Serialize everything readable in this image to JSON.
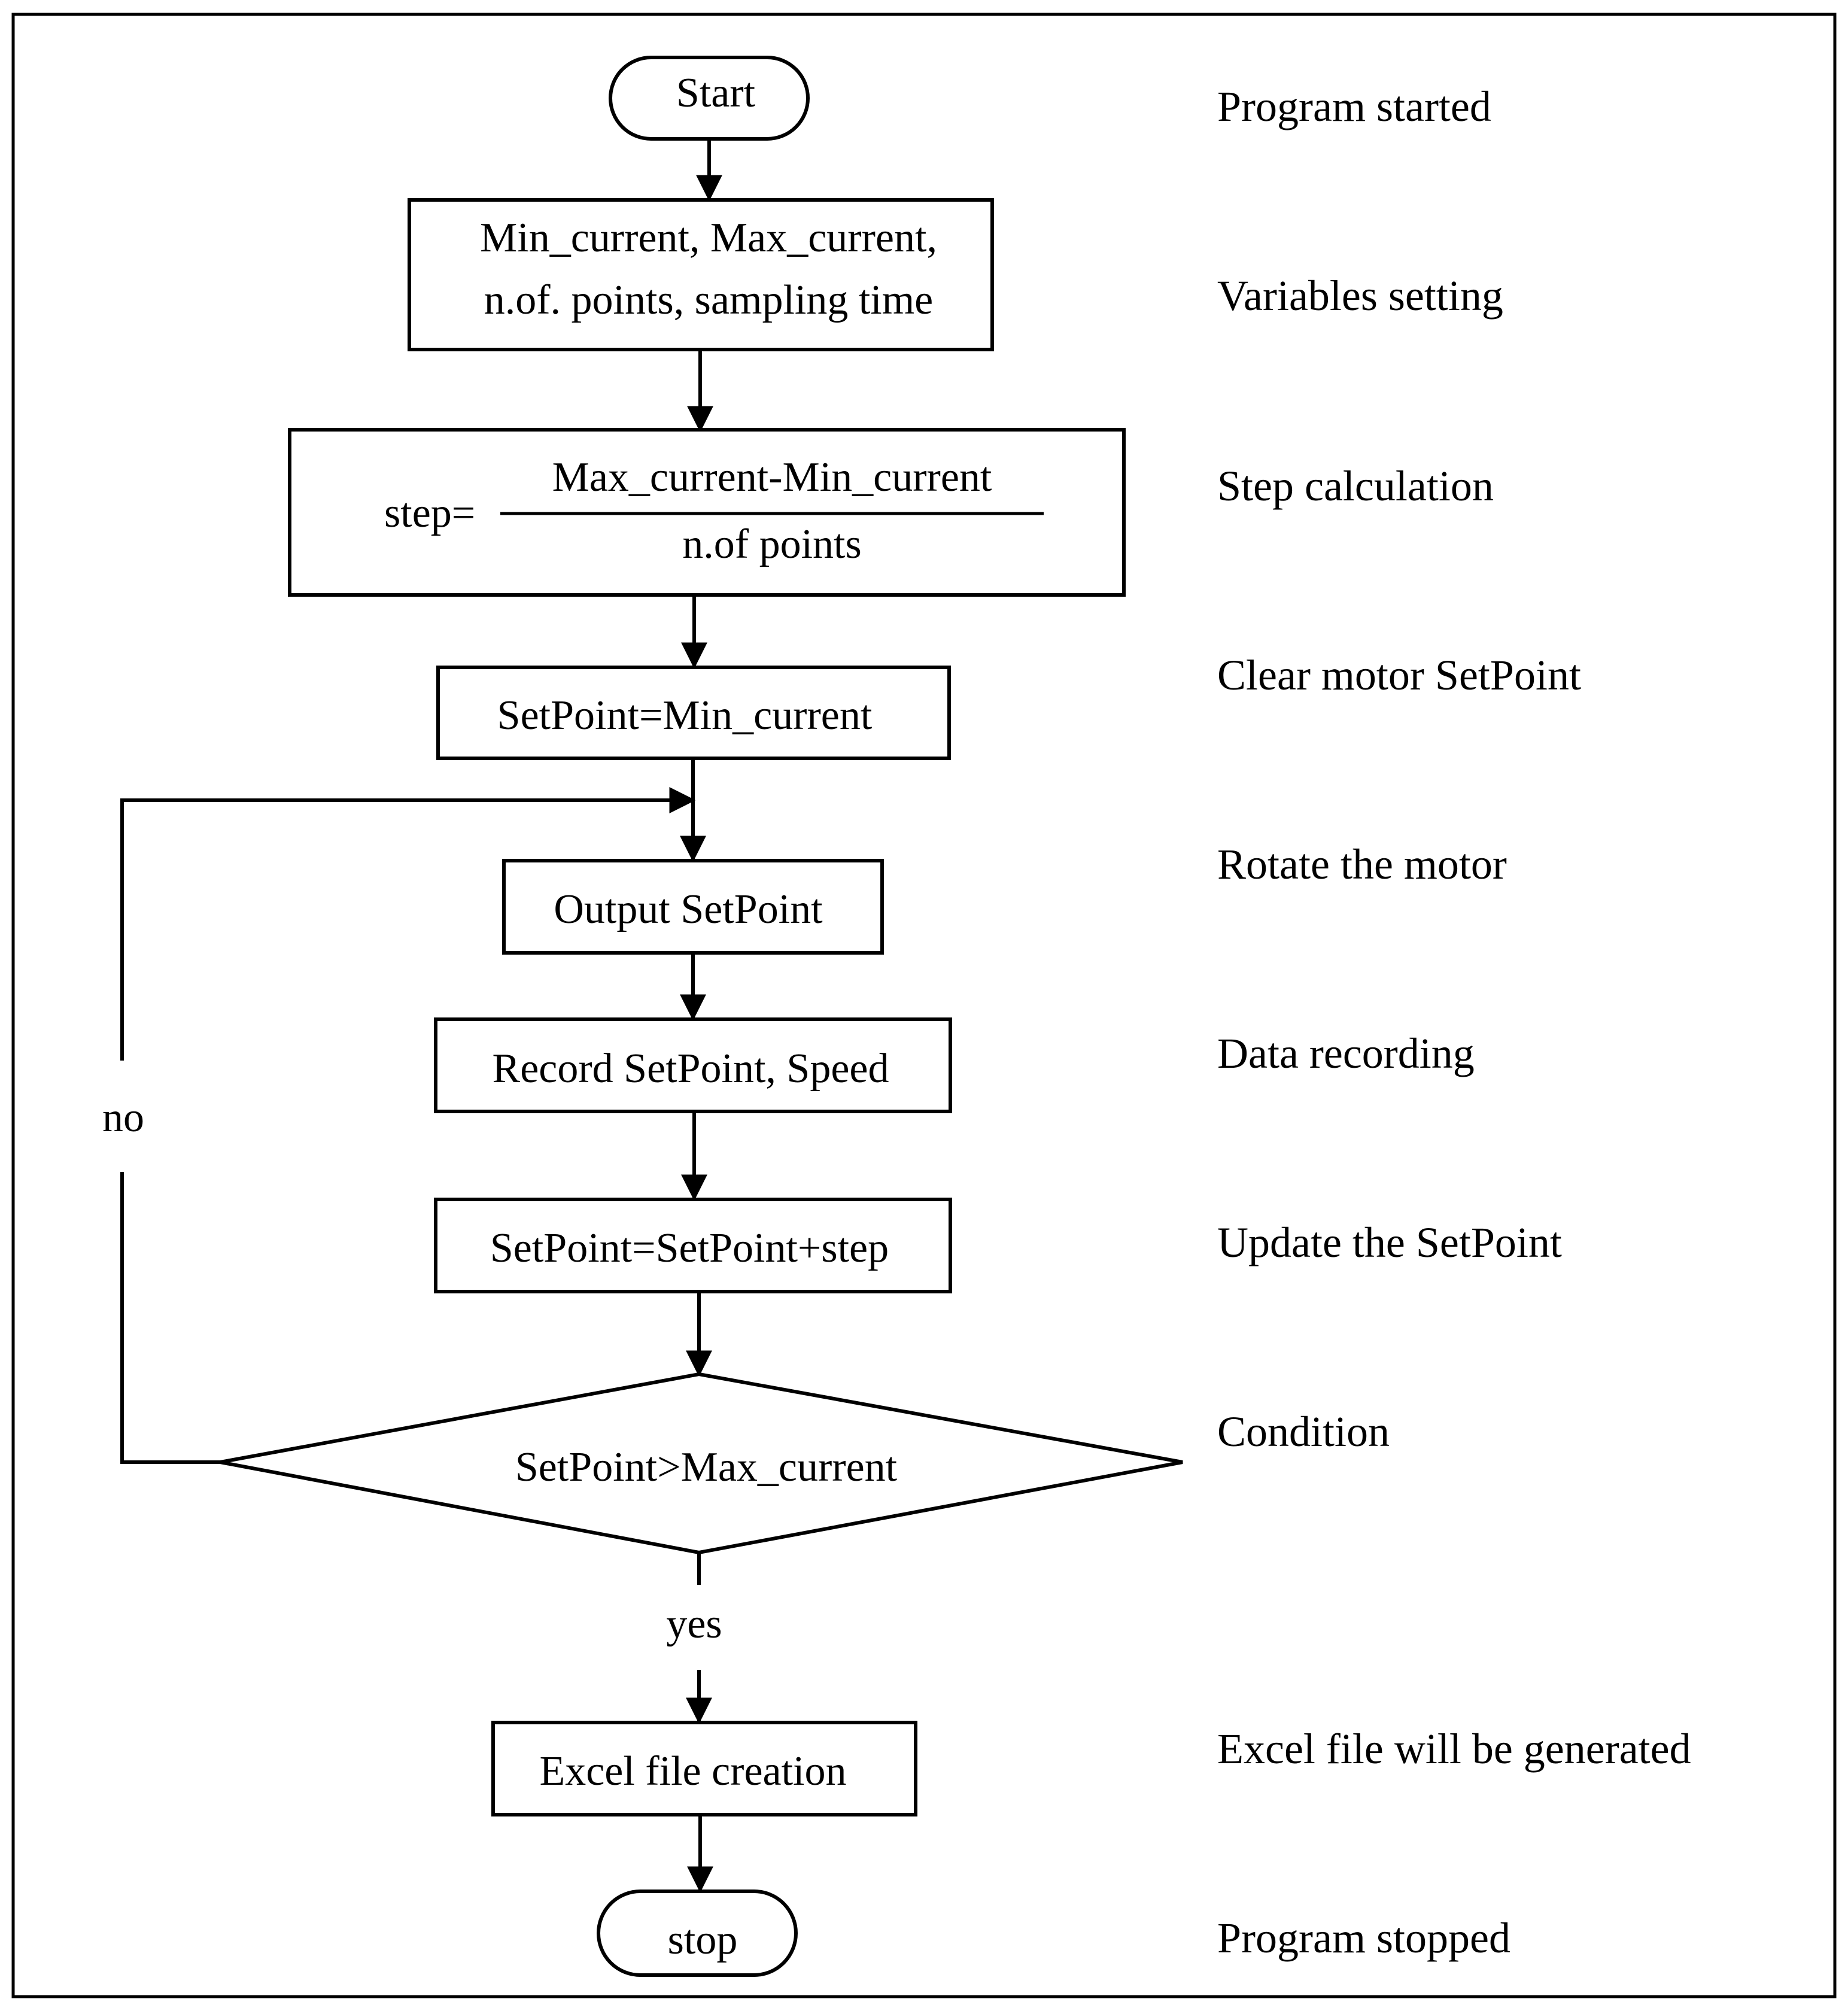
{
  "nodes": {
    "start": "Start",
    "variables_line1": "Min_current, Max_current,",
    "variables_line2": "n.of. points, sampling time",
    "step_prefix": "step=",
    "step_numerator": "Max_current-Min_current",
    "step_denominator": "n.of points",
    "setpoint_init": "SetPoint=Min_current",
    "output": "Output SetPoint",
    "record": "Record SetPoint, Speed",
    "update": "SetPoint=SetPoint+step",
    "condition": "SetPoint>Max_current",
    "excel": "Excel file creation",
    "stop": "stop"
  },
  "branches": {
    "no": "no",
    "yes": "yes"
  },
  "descriptions": [
    "Program started",
    "Variables setting",
    "Step calculation",
    "Clear motor SetPoint",
    "Rotate the motor",
    "Data recording",
    "Update the SetPoint",
    "Condition",
    "Excel file will be generated",
    "Program stopped"
  ]
}
